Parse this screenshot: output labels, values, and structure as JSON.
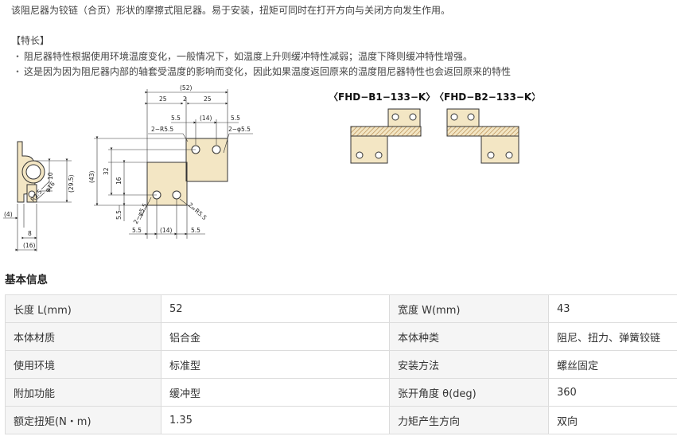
{
  "intro": "该阻尼器为铰链（合页）形状的摩擦式阻尼器。易于安装，扭矩可同时在打开方向与关闭方向发生作用。",
  "features": {
    "heading": "【特长】",
    "items": [
      "阻尼器特性根据使用环境温度变化，一般情况下，如温度上升则缓冲特性减弱；温度下降则缓冲特性增强。",
      "这是因为因为阻尼器内部的轴套受温度的影响而变化，因此如果温度返回原来的温度阻尼器特性也会返回原来的特性"
    ]
  },
  "drawing": {
    "titles": [
      "〈FHD−B1−133−K〉",
      "〈FHD−B2−133−K〉"
    ],
    "dims": {
      "d52": "(52)",
      "d25a": "25",
      "d2": "2",
      "d25b": "25",
      "d55a": "5.5",
      "d14a": "(14)",
      "d55b": "5.5",
      "r55a": "2−R5.5",
      "phi55a": "2−φ5.5",
      "d43": "(43)",
      "d32": "32",
      "d16": "16",
      "d55c": "5.5",
      "phi55b": "2−φ5.5",
      "r55b": "2−R5.5",
      "d55d": "5.5",
      "d14b": "(14)",
      "d55e": "5.5",
      "d10": "10",
      "d295": "(29.5)",
      "phi16": "φ16",
      "r25": "R2.5",
      "d4": "(4)",
      "d8": "8",
      "d16b": "(16)"
    },
    "colors": {
      "body": "#f3e6c4",
      "stroke": "#333333",
      "hatch": "#b98d52"
    }
  },
  "basic_info": {
    "title": "基本信息",
    "rows": [
      [
        "长度 L(mm)",
        "52",
        "宽度 W(mm)",
        "43"
      ],
      [
        "本体材质",
        "铝合金",
        "本体种类",
        "阻尼、扭力、弹簧铰链"
      ],
      [
        "使用环境",
        "标准型",
        "安装方法",
        "螺丝固定"
      ],
      [
        "附加功能",
        "缓冲型",
        "张开角度 θ(deg)",
        "360"
      ],
      [
        "额定扭矩(N・m)",
        "1.35",
        "力矩产生方向",
        "双向"
      ]
    ]
  }
}
